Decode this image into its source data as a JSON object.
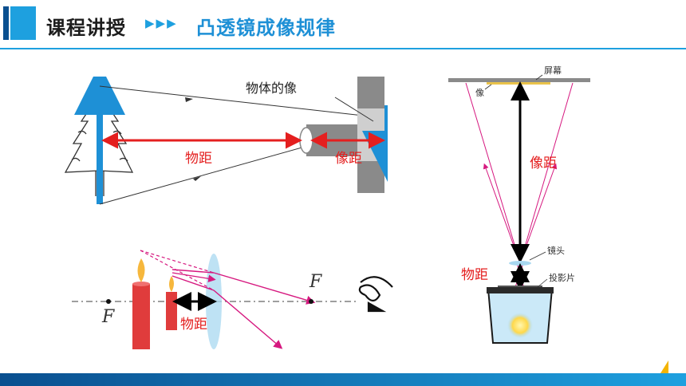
{
  "header": {
    "title": "课程讲授",
    "arrows": "▶▶▶",
    "subtitle": "凸透镜成像规律"
  },
  "figure1": {
    "image_label": "物体的像",
    "object_distance": "物距",
    "image_distance": "像距"
  },
  "figure2": {
    "focus_left": "F",
    "focus_right": "F",
    "object_distance": "物距"
  },
  "figure3": {
    "screen": "屏幕",
    "image": "像",
    "image_distance": "像距",
    "lens": "镜头",
    "object_distance": "物距",
    "slide": "投影片"
  },
  "colors": {
    "accent_blue": "#1ea0df",
    "dark_blue": "#0a4f8f",
    "red": "#e41f1f",
    "magenta": "#d6187f"
  }
}
